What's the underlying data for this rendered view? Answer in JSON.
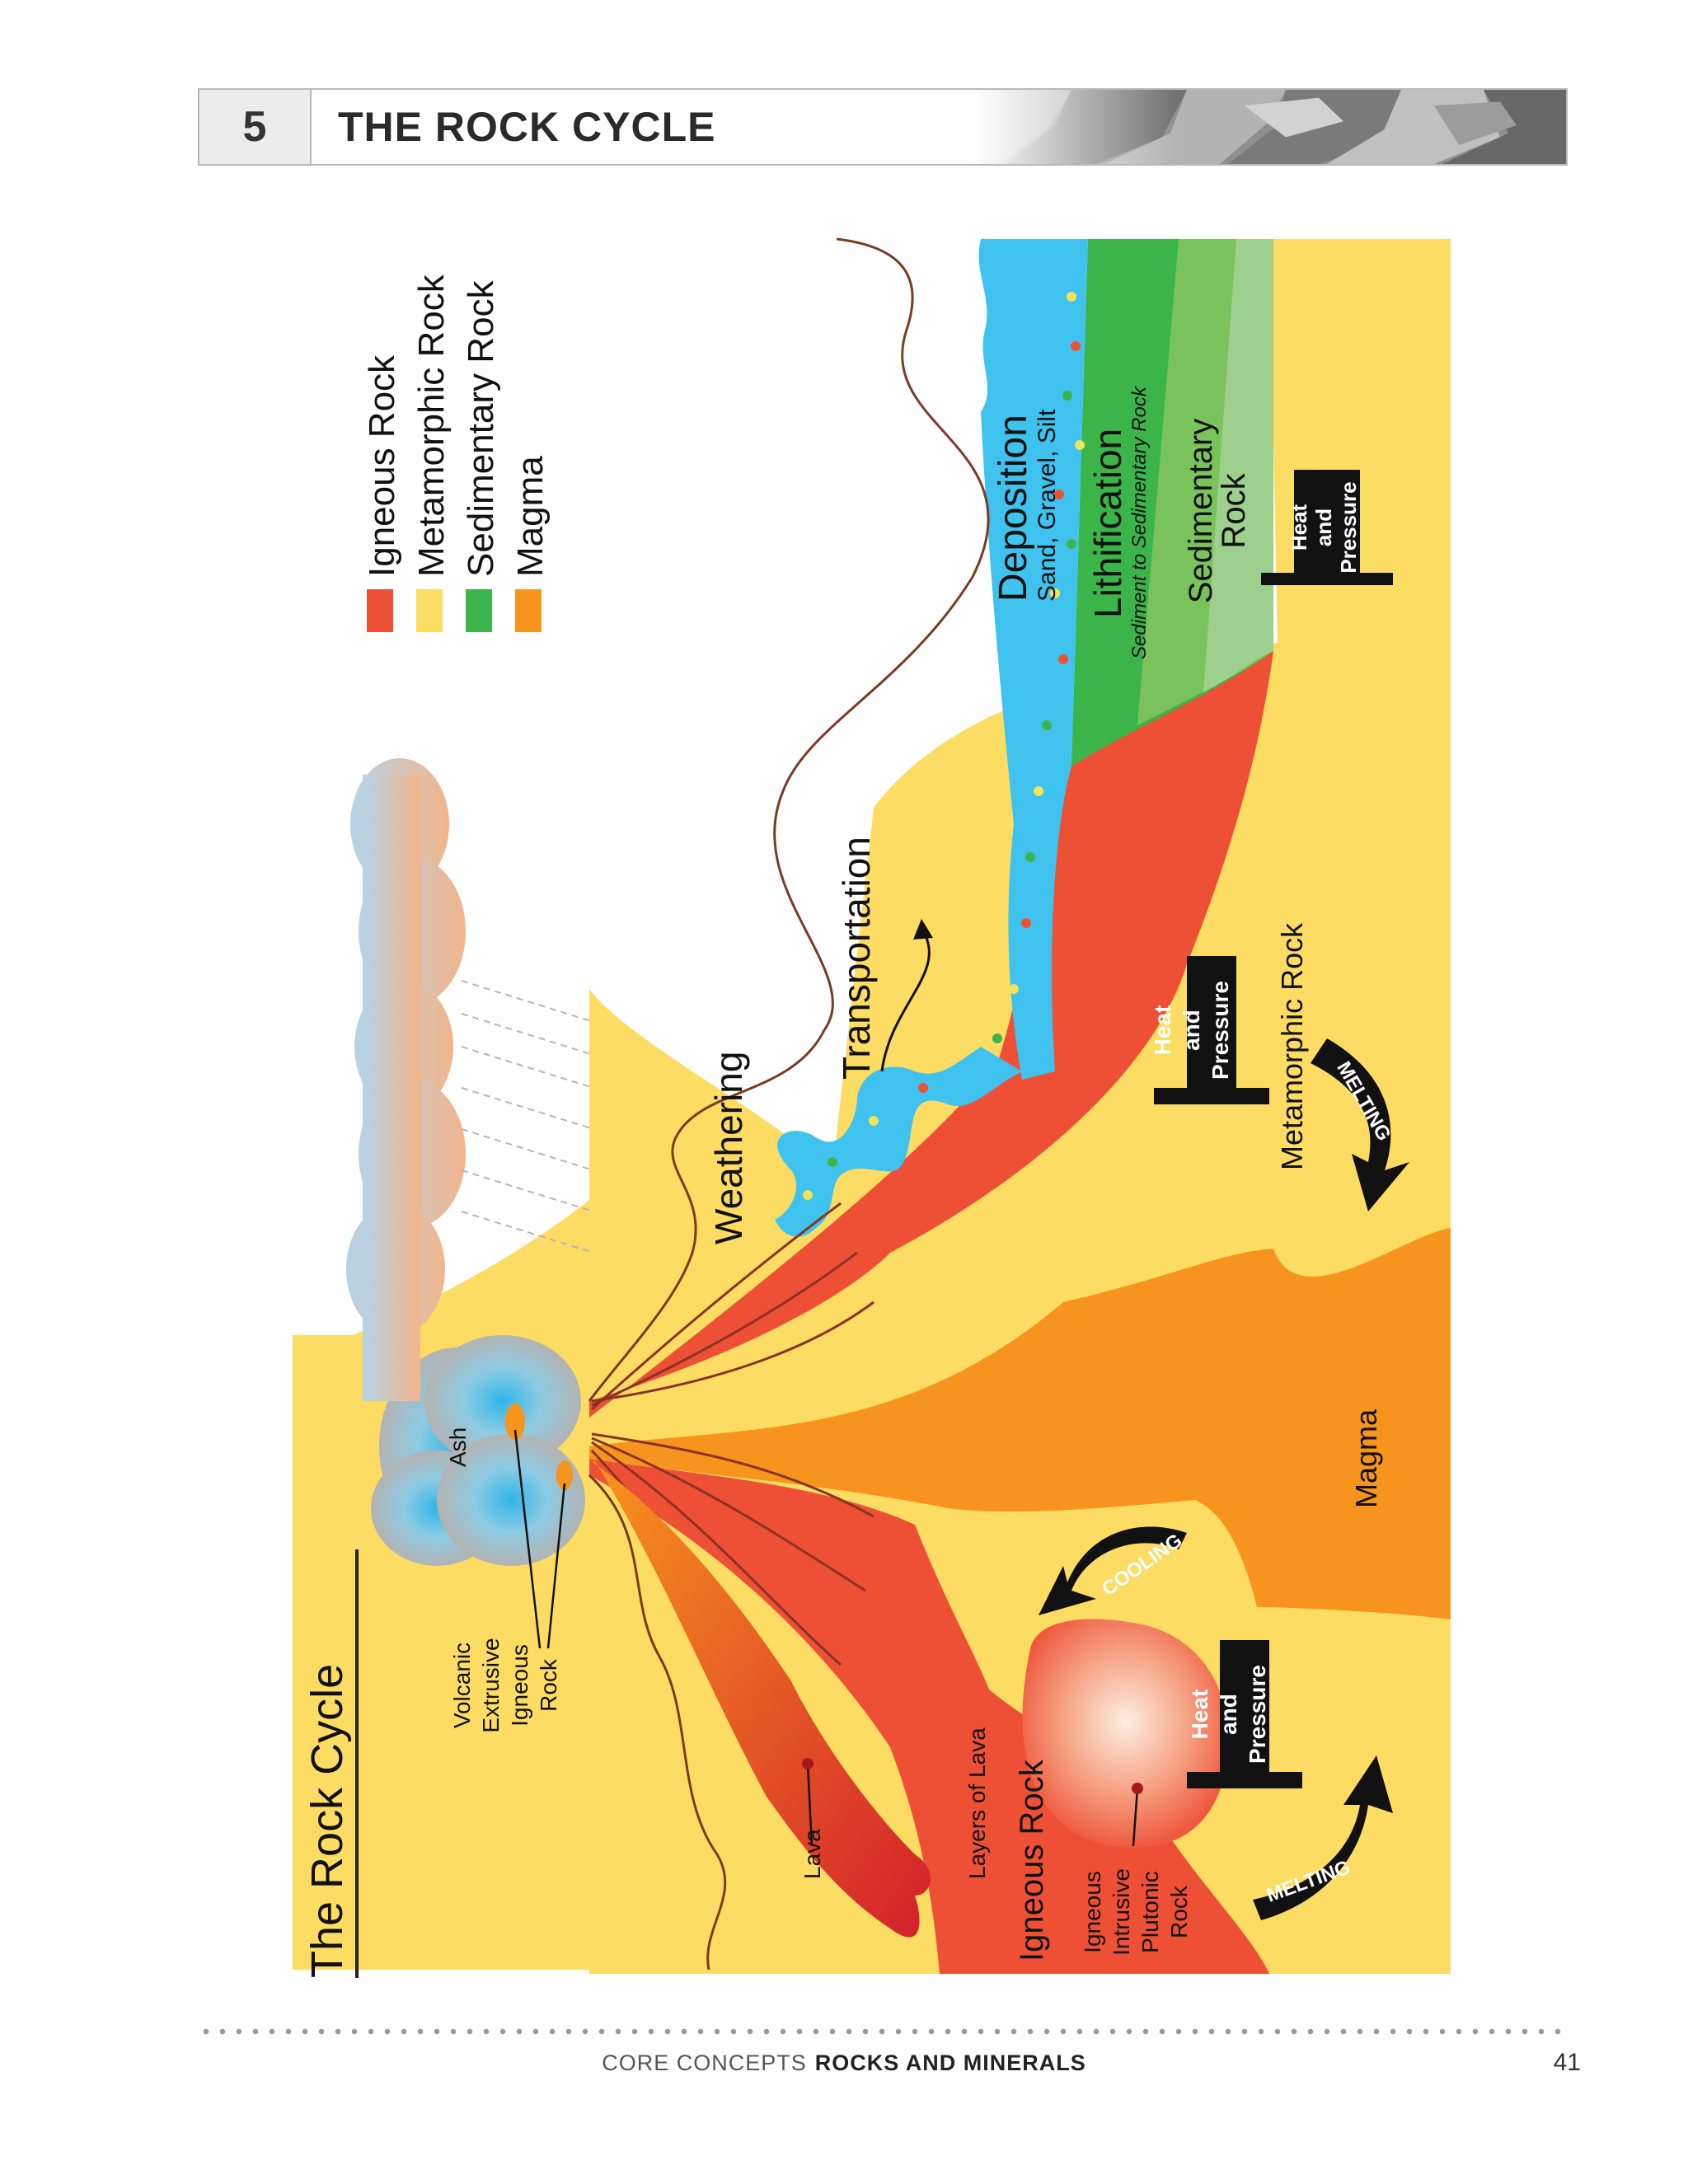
{
  "header": {
    "chapter_number": "5",
    "chapter_title": "THE ROCK CYCLE"
  },
  "diagram": {
    "title": "The Rock Cycle",
    "legend": [
      {
        "label": "Igneous Rock",
        "color": "#ee5036"
      },
      {
        "label": "Metamorphic Rock",
        "color": "#fddc63"
      },
      {
        "label": "Sedimentary Rock",
        "color": "#3bb44a"
      },
      {
        "label": "Magma",
        "color": "#f7941d"
      }
    ],
    "labels": {
      "ash": "Ash",
      "volcanic": [
        "Volcanic",
        "Extrusive",
        "Igneous",
        "Rock"
      ],
      "lava": "Lava",
      "layers_of_lava": "Layers of Lava",
      "igneous_rock": "Igneous Rock",
      "plutonic": [
        "Igneous",
        "Intrusive",
        "Plutonic",
        "Rock"
      ],
      "magma": "Magma",
      "metamorphic_rock": "Metamorphic Rock",
      "weathering": "Weathering",
      "transportation": "Transportation",
      "deposition": "Deposition",
      "deposition_sub": "Sand, Gravel, Silt",
      "lithification": "Lithification",
      "lithification_sub": "Sediment to Sedimentary Rock",
      "sedimentary_rock": [
        "Sedimentary",
        "Rock"
      ],
      "heat_and_pressure": [
        "Heat",
        "and",
        "Pressure"
      ],
      "cooling": "COOLING",
      "melting": "MELTING"
    }
  },
  "footer": {
    "series": "CORE CONCEPTS",
    "book": "ROCKS AND MINERALS",
    "page": "41"
  }
}
